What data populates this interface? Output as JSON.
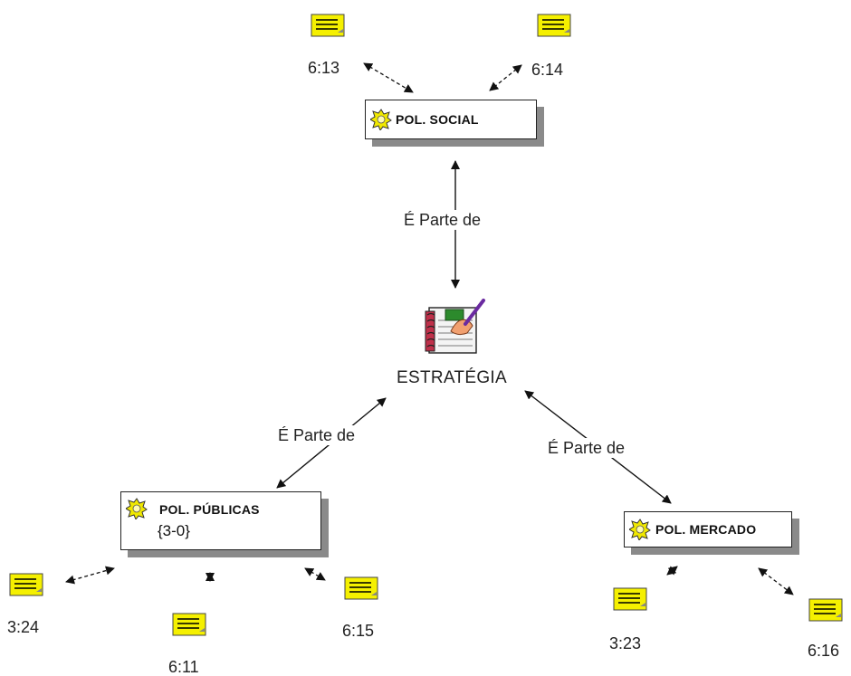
{
  "center": {
    "label": "ESTRATÉGIA"
  },
  "codes": [
    {
      "key": "social",
      "title": "POL. SOCIAL"
    },
    {
      "key": "publicas",
      "title": "POL. PÚBLICAS",
      "subtitle": "{3-0}"
    },
    {
      "key": "mercado",
      "title": "POL. MERCADO"
    }
  ],
  "relations": [
    {
      "key": "social",
      "label": "É Parte de"
    },
    {
      "key": "publicas",
      "label": "É Parte de"
    },
    {
      "key": "mercado",
      "label": "É Parte de"
    }
  ],
  "quotes": [
    {
      "key": "q613",
      "label": "6:13"
    },
    {
      "key": "q614",
      "label": "6:14"
    },
    {
      "key": "q324",
      "label": "3:24"
    },
    {
      "key": "q611",
      "label": "6:11"
    },
    {
      "key": "q615",
      "label": "6:15"
    },
    {
      "key": "q323",
      "label": "3:23"
    },
    {
      "key": "q616",
      "label": "6:16"
    }
  ],
  "colors": {
    "memo_fill": "#f5f000",
    "memo_lines": "#3a3a00",
    "shadow": "#8a8a8a",
    "code_icon": "#f0e800"
  }
}
